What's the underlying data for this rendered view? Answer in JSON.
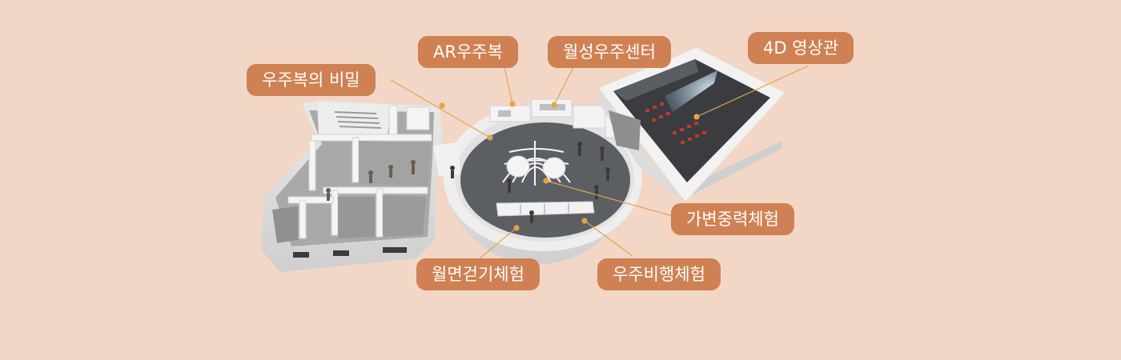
{
  "colors": {
    "background": "#f2d7c7",
    "label_fill": "#cf8153",
    "label_text": "#ffffff",
    "leader_line": "#e6a24a"
  },
  "labels": {
    "spacesuit_secret": "우주복의 비밀",
    "ar_spacesuit": "AR우주복",
    "lunar_space_center": "월성우주센터",
    "theater_4d": "4D 영상관",
    "variable_gravity": "가변중력체험",
    "moonwalk": "월면걷기체험",
    "space_flight": "우주비행체험"
  }
}
